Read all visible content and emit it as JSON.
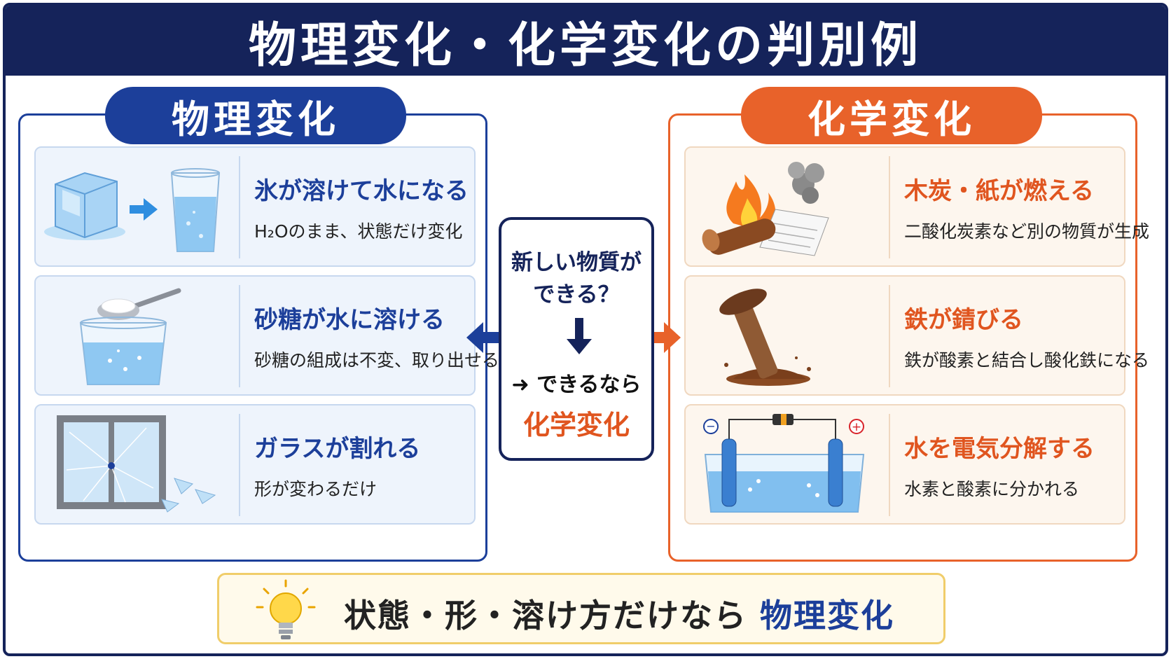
{
  "title": "物理変化・化学変化の判別例",
  "physical": {
    "label": "物理変化",
    "items": [
      {
        "heading": "氷が溶けて水になる",
        "detail": "H₂Oのまま、状態だけ変化",
        "icon": "ice-to-water-icon"
      },
      {
        "heading": "砂糖が水に溶ける",
        "detail": "砂糖の組成は不変、取り出せる",
        "icon": "sugar-dissolving-icon"
      },
      {
        "heading": "ガラスが割れる",
        "detail": "形が変わるだけ",
        "icon": "broken-glass-icon"
      }
    ]
  },
  "chemical": {
    "label": "化学変化",
    "items": [
      {
        "heading": "木炭・紙が燃える",
        "detail": "二酸化炭素など別の物質が生成",
        "icon": "burning-wood-paper-icon"
      },
      {
        "heading": "鉄が錆びる",
        "detail": "鉄が酸素と結合し酸化鉄になる",
        "icon": "rusty-nail-icon"
      },
      {
        "heading": "水を電気分解する",
        "detail": "水素と酸素に分かれる",
        "icon": "electrolysis-icon"
      }
    ]
  },
  "center": {
    "question_line1": "新しい物質が",
    "question_line2": "できる？",
    "then_text": "できるなら",
    "result": "化学変化"
  },
  "summary": {
    "text": "状態・形・溶け方だけなら",
    "highlight": "物理変化"
  },
  "colors": {
    "navy": "#15235a",
    "physical_blue": "#1c3f9a",
    "chemical_orange": "#e8622a",
    "summary_border": "#f0cd6a"
  }
}
